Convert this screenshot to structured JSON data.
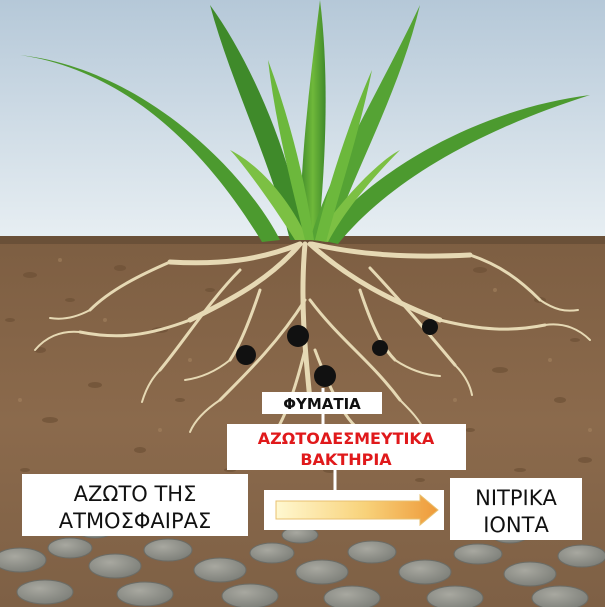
{
  "labels": {
    "nodules": "ΦΥΜΑΤΙΑ",
    "bacteria_line1": "ΑΖΩΤΟΔΕΣΜΕΥΤΙΚΑ",
    "bacteria_line2": "ΒΑΚΤΗΡΙΑ",
    "atmospheric_line1": "ΑΖΩΤΟ ΤΗΣ",
    "atmospheric_line2": "ΑΤΜΟΣΦΑΙΡΑΣ",
    "nitrate_line1": "ΝΙΤΡΙΚΑ",
    "nitrate_line2": "ΙΟΝΤΑ"
  },
  "colors": {
    "sky_top": "#b5c8d8",
    "sky_bottom": "#e8eff3",
    "soil": "#8b6a4c",
    "soil_dark": "#6f5238",
    "grass_dark": "#3f8a2a",
    "grass_light": "#7cc043",
    "root": "#e9dcb8",
    "nodule": "#111111",
    "bacteria_text": "#e0191b",
    "text": "#111111",
    "arrow_start": "#fff6c4",
    "arrow_end": "#f0a040"
  }
}
